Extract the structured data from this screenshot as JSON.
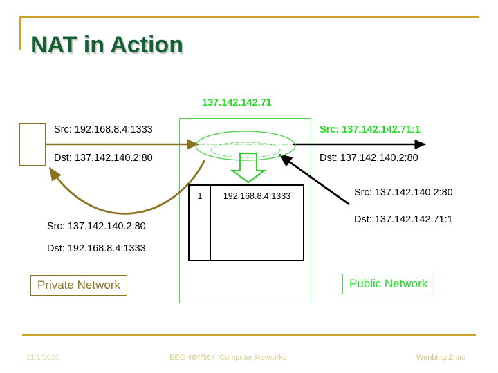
{
  "slide": {
    "title": "NAT in Action",
    "public_ip_label": "137.142.142.71"
  },
  "private_side": {
    "outbound_src": "Src: 192.168.8.4:1333",
    "outbound_dst": "Dst: 137.142.140.2:80",
    "inbound_src": "Src: 137.142.140.2:80",
    "inbound_dst": "Dst: 192.168.8.4:1333",
    "caption": "Private Network"
  },
  "public_side": {
    "outbound_src": "Src: 137.142.142.71:1",
    "outbound_dst": "Dst: 137.142.140.2:80",
    "inbound_src": "Src: 137.142.140.2:80",
    "inbound_dst": "Dst: 137.142.142.71:1",
    "caption": "Public Network"
  },
  "nat_table": {
    "rows": [
      {
        "index": "1",
        "mapping": "192.168.8.4:1333"
      },
      {
        "index": "",
        "mapping": ""
      }
    ]
  },
  "footer": {
    "date": "11/1/2020",
    "course": "EEC-484/584: Computer Networks",
    "author": "Wenbing Zhao"
  },
  "colors": {
    "title_green": "#136034",
    "accent_gold": "#c9a227",
    "bright_green": "#22dd22",
    "olive": "#8a7320",
    "black": "#000000"
  },
  "icons": {
    "nat_cloud": "ellipse-cylinder-icon",
    "down_arrow": "block-arrow-down-icon",
    "host": "host-box-icon"
  }
}
